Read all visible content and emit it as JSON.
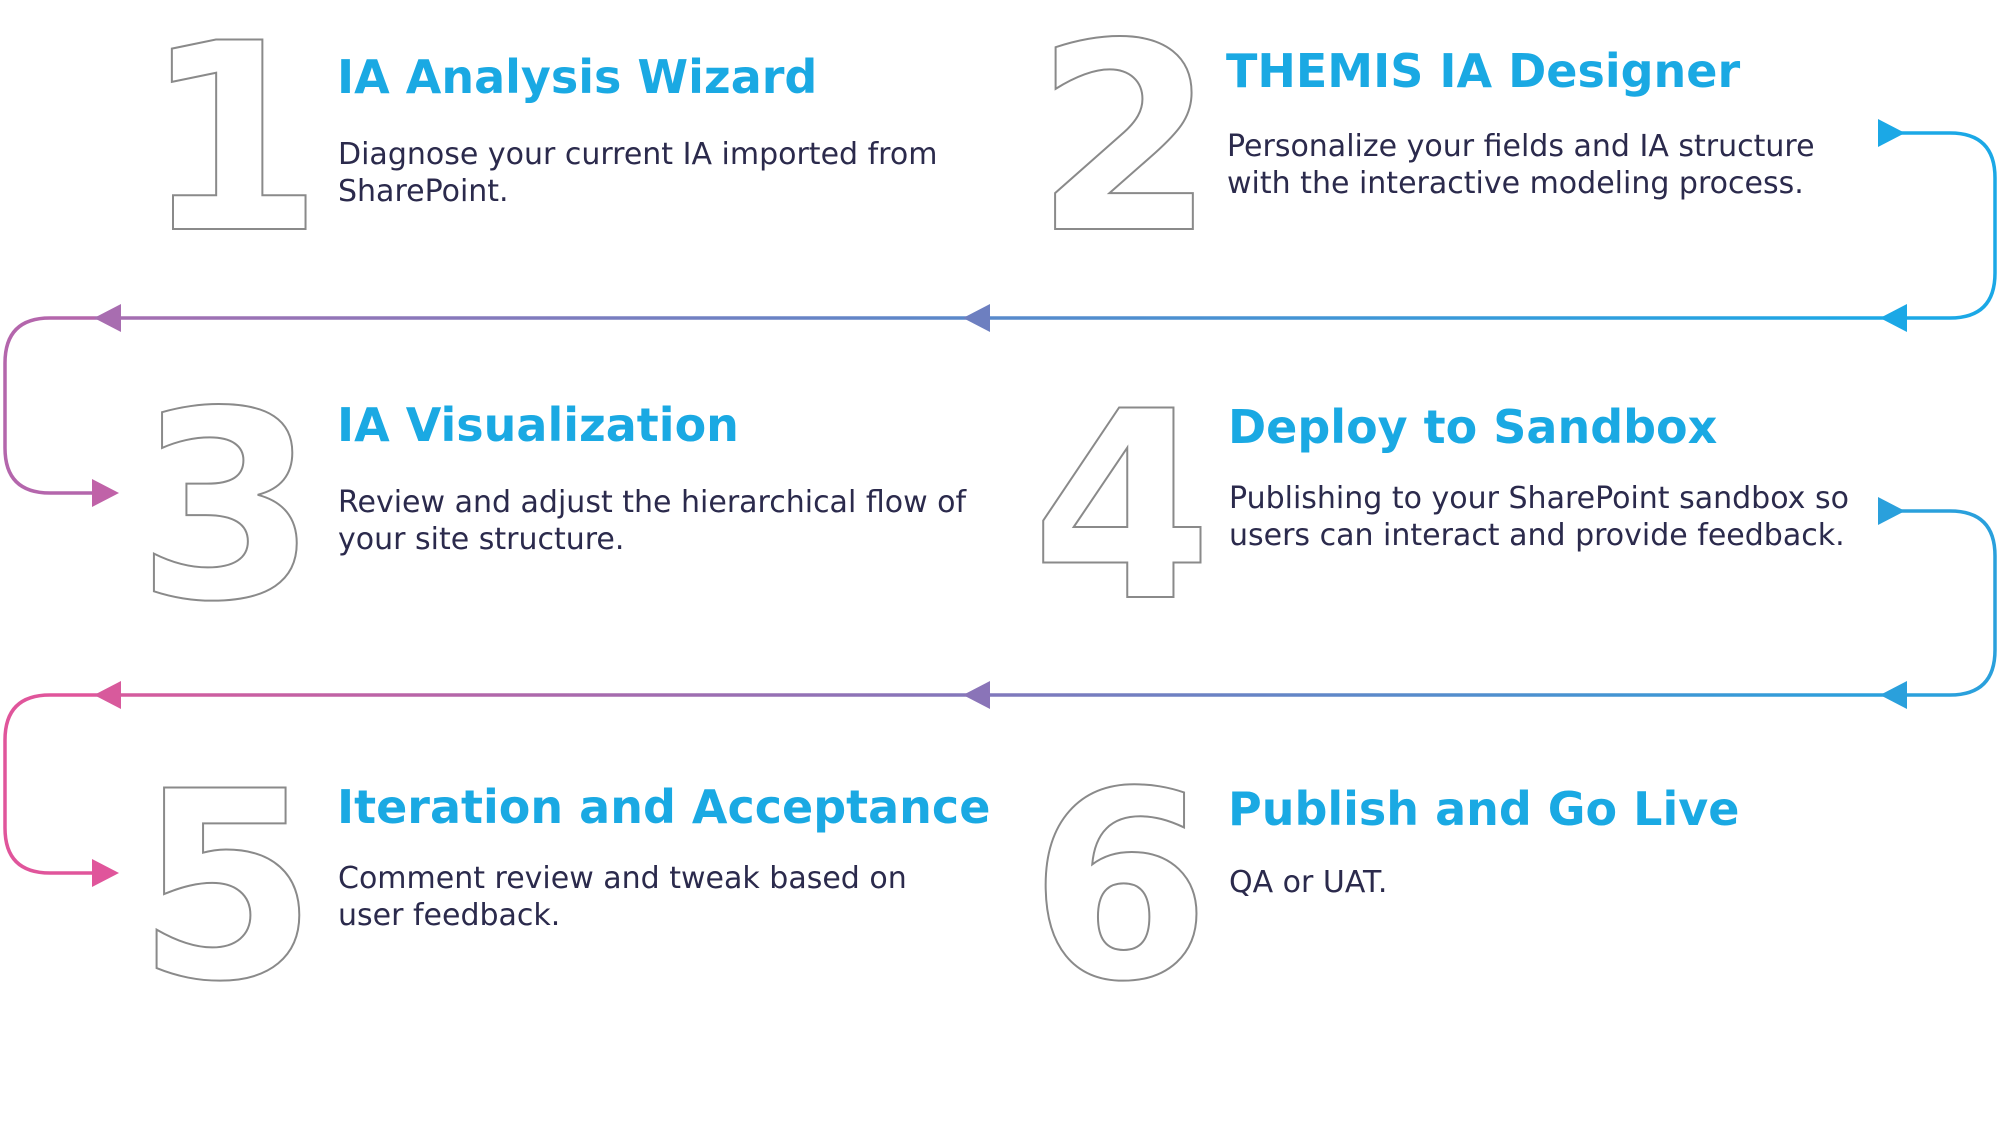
{
  "colors": {
    "title": "#1aa9e3",
    "description": "#2b2a4c",
    "number_outline": "#8a8a8a",
    "connector_blue": "#1ba8e6",
    "connector_purple": "#8a74b8",
    "connector_pink": "#e0559b"
  },
  "steps": [
    {
      "number": "1",
      "title": "IA Analysis Wizard",
      "description": "Diagnose your current IA imported from SharePoint."
    },
    {
      "number": "2",
      "title": "THEMIS IA Designer",
      "description": "Personalize your fields and IA structure with the interactive modeling process."
    },
    {
      "number": "3",
      "title": "IA Visualization",
      "description": "Review and adjust the hierarchical flow of your site structure."
    },
    {
      "number": "4",
      "title": "Deploy to Sandbox",
      "description": "Publishing to your SharePoint sandbox so users can interact and provide feedback."
    },
    {
      "number": "5",
      "title": "Iteration and Acceptance",
      "description": "Comment review and tweak based on user feedback."
    },
    {
      "number": "6",
      "title": "Publish and Go Live",
      "description": "QA or UAT."
    }
  ]
}
